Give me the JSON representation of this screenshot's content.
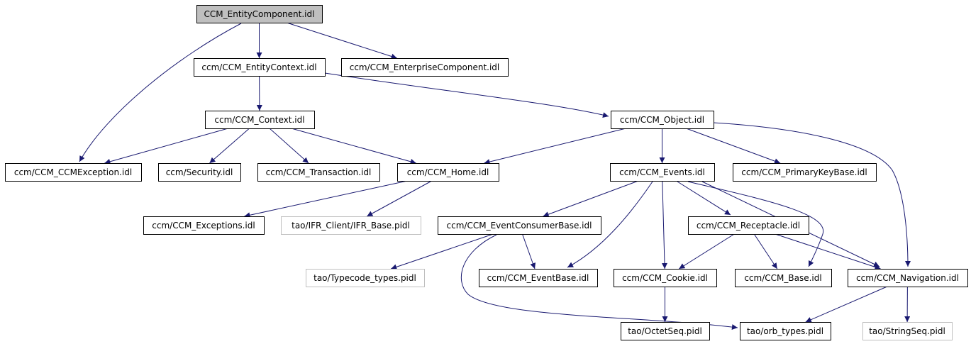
{
  "colors": {
    "edge": "#191970",
    "root_fill": "#bfbfbf",
    "node_border": "#000000",
    "external_border": "#bfbfbf"
  },
  "nodes": {
    "n01": "CCM_EntityComponent.idl",
    "n02": "ccm/CCM_EntityContext.idl",
    "n03": "ccm/CCM_EnterpriseComponent.idl",
    "n04": "ccm/CCM_Context.idl",
    "n05": "ccm/CCM_Object.idl",
    "n06": "ccm/CCM_CCMException.idl",
    "n07": "ccm/Security.idl",
    "n08": "ccm/CCM_Transaction.idl",
    "n09": "ccm/CCM_Home.idl",
    "n10": "ccm/CCM_Events.idl",
    "n11": "ccm/CCM_PrimaryKeyBase.idl",
    "n12": "ccm/CCM_Exceptions.idl",
    "n13": "tao/IFR_Client/IFR_Base.pidl",
    "n14": "ccm/CCM_EventConsumerBase.idl",
    "n15": "ccm/CCM_Receptacle.idl",
    "n16": "tao/Typecode_types.pidl",
    "n17": "ccm/CCM_EventBase.idl",
    "n18": "ccm/CCM_Cookie.idl",
    "n19": "ccm/CCM_Base.idl",
    "n20": "ccm/CCM_Navigation.idl",
    "n21": "tao/OctetSeq.pidl",
    "n22": "tao/orb_types.pidl",
    "n23": "tao/StringSeq.pidl"
  },
  "edges": [
    [
      "n01",
      "n02"
    ],
    [
      "n01",
      "n03"
    ],
    [
      "n01",
      "n06"
    ],
    [
      "n02",
      "n04"
    ],
    [
      "n02",
      "n05"
    ],
    [
      "n04",
      "n06"
    ],
    [
      "n04",
      "n07"
    ],
    [
      "n04",
      "n08"
    ],
    [
      "n04",
      "n09"
    ],
    [
      "n05",
      "n09"
    ],
    [
      "n05",
      "n10"
    ],
    [
      "n05",
      "n11"
    ],
    [
      "n05",
      "n20"
    ],
    [
      "n09",
      "n12"
    ],
    [
      "n09",
      "n13"
    ],
    [
      "n10",
      "n14"
    ],
    [
      "n10",
      "n17"
    ],
    [
      "n10",
      "n18"
    ],
    [
      "n10",
      "n15"
    ],
    [
      "n10",
      "n19"
    ],
    [
      "n10",
      "n20"
    ],
    [
      "n14",
      "n16"
    ],
    [
      "n14",
      "n17"
    ],
    [
      "n14",
      "n22"
    ],
    [
      "n15",
      "n18"
    ],
    [
      "n15",
      "n19"
    ],
    [
      "n15",
      "n20"
    ],
    [
      "n18",
      "n21"
    ],
    [
      "n20",
      "n22"
    ],
    [
      "n20",
      "n23"
    ]
  ]
}
